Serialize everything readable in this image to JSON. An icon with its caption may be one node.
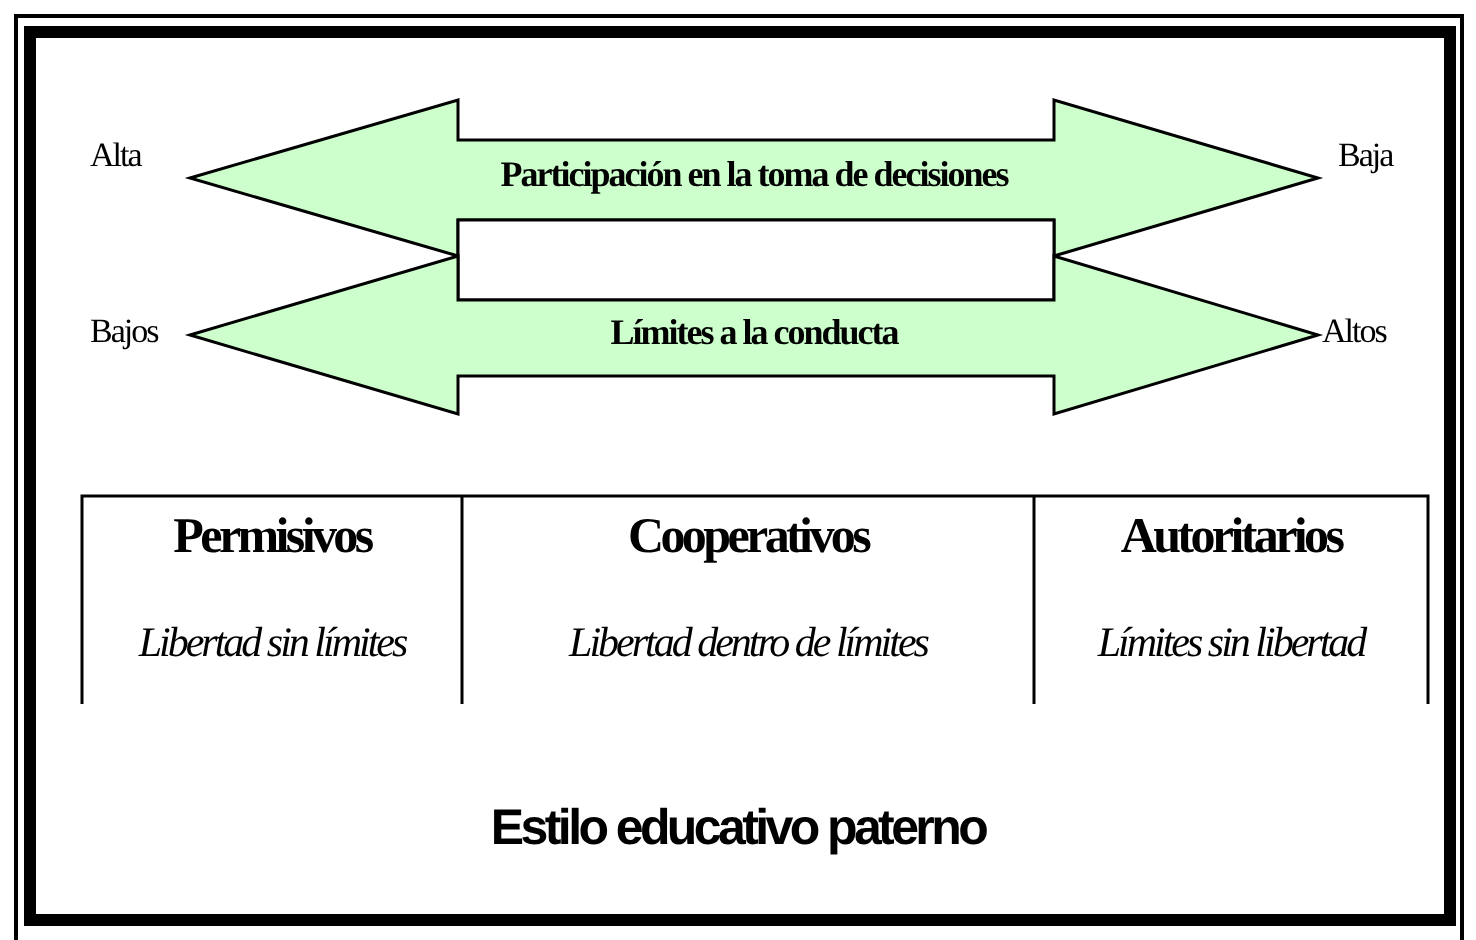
{
  "diagram": {
    "caption": "Estilo educativo paterno",
    "nodes": [
      {
        "text": [
          "Participación en la toma de decisiones"
        ],
        "beside": [
          "Alta",
          "Baja"
        ]
      },
      {
        "text": [],
        "shape": "box"
      },
      {
        "text": [
          "Límites a la conducta"
        ],
        "beside": [
          "Bajos",
          "Altos"
        ]
      }
    ],
    "labels": [
      "Permisivos",
      "Cooperativos",
      "Autoritarios",
      "Libertad sin límites",
      "Libertad dentro de límites",
      "Límites sin libertad"
    ]
  }
}
